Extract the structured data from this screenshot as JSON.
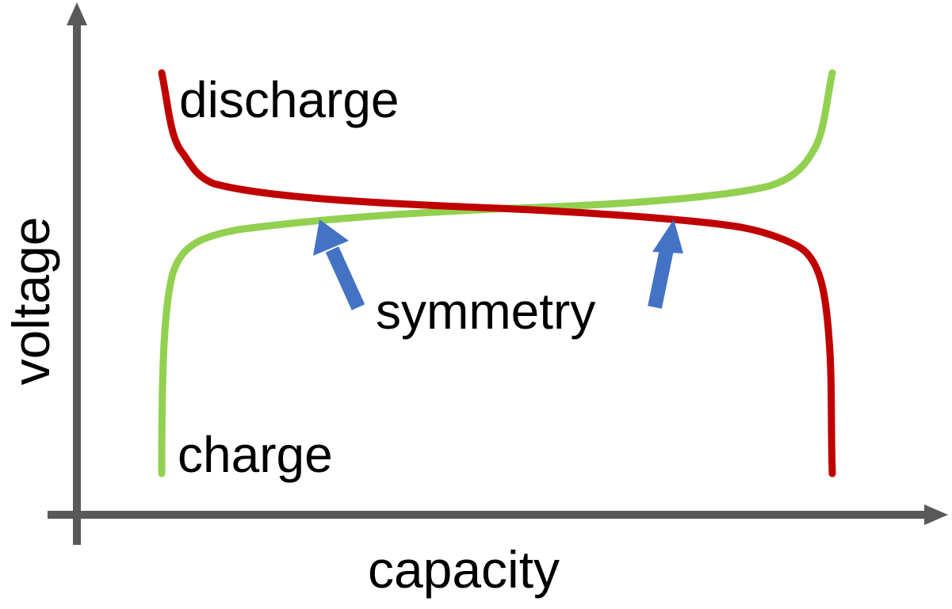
{
  "diagram": {
    "axes": {
      "x_label": "capacity",
      "y_label": "voltage",
      "color": "#595959"
    },
    "curves": {
      "discharge": {
        "label": "discharge",
        "color": "#C00000"
      },
      "charge": {
        "label": "charge",
        "color": "#92D050"
      }
    },
    "annotation": {
      "label": "symmetry",
      "arrow_color": "#4472C4"
    }
  }
}
